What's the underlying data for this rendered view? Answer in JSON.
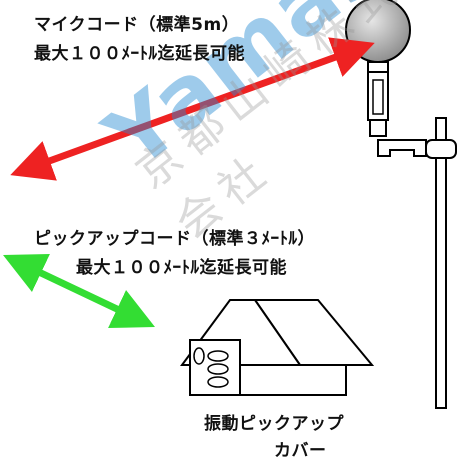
{
  "labels": {
    "mic_cord_title": "マイクコード（標準5m）",
    "mic_cord_ext": "最大１００ﾒｰﾄﾙ迄延長可能",
    "pickup_cord_title": "ピックアップコード（標準３ﾒｰﾄﾙ）",
    "pickup_cord_ext": "最大１００ﾒｰﾄﾙ迄延長可能",
    "cover_line1": "振動ピックアップ",
    "cover_line2": "カバー"
  },
  "watermark": {
    "brand": "Yamasaki",
    "company": "京都山崎株式会社"
  },
  "colors": {
    "mic_arrow": "#ee2222",
    "pickup_arrow": "#33dd33",
    "watermark_brand": "#2a8cd2"
  }
}
